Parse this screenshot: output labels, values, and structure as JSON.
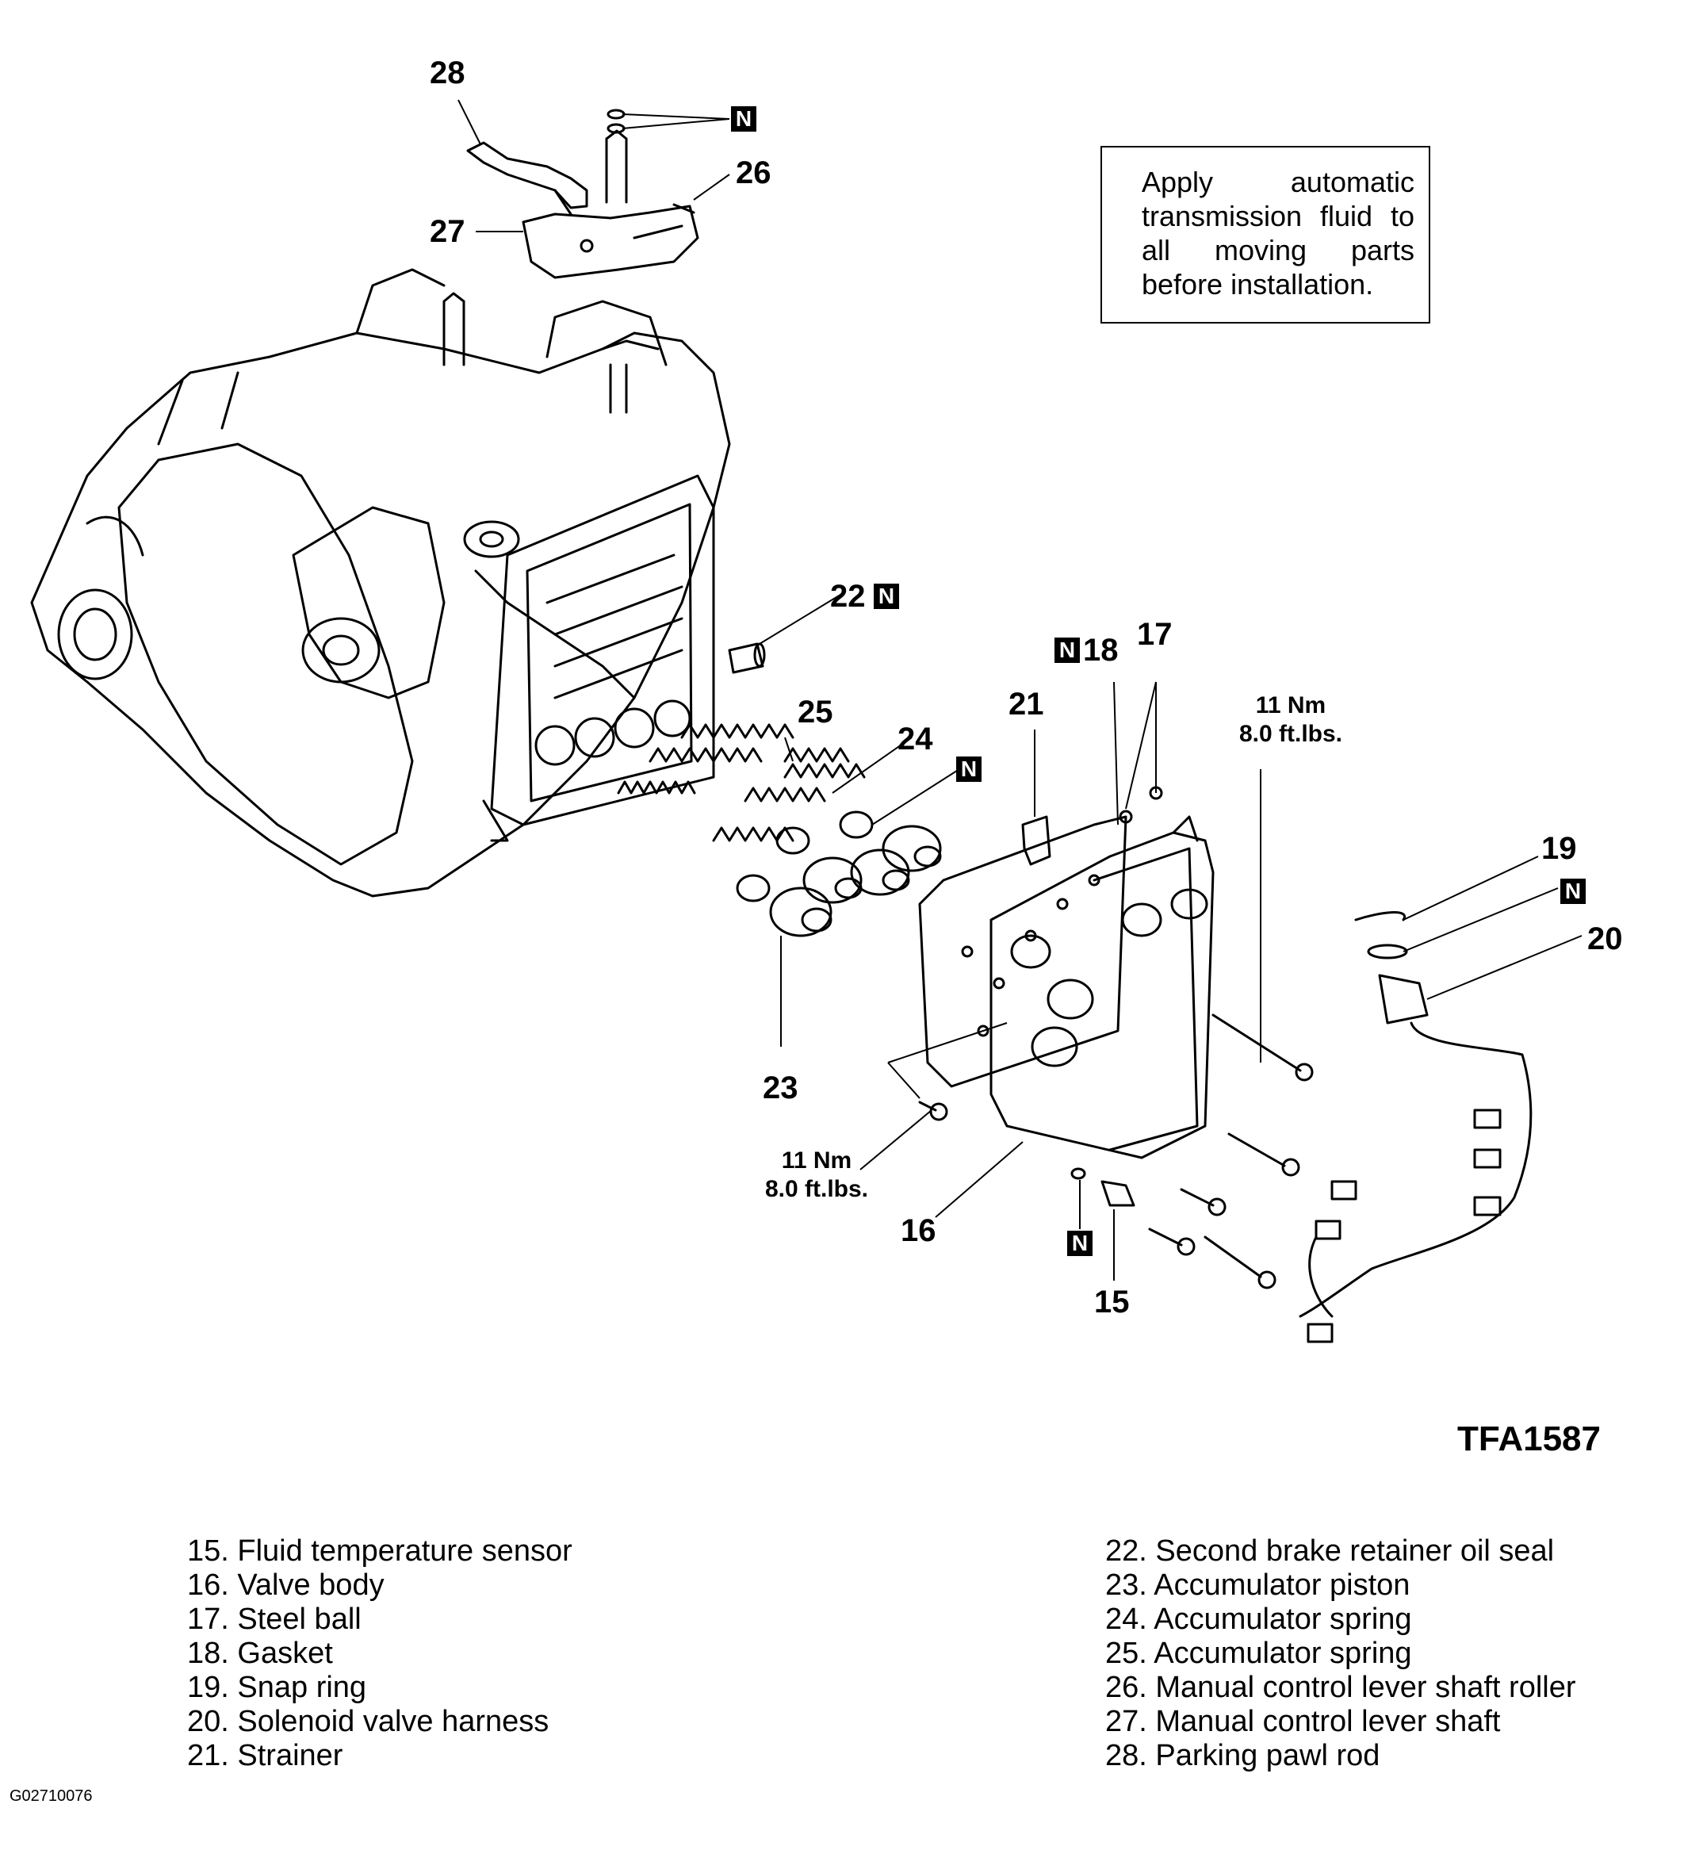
{
  "callouts": {
    "c15": "15",
    "c16": "16",
    "c17": "17",
    "c18": "18",
    "c19": "19",
    "c20": "20",
    "c21": "21",
    "c22": "22",
    "c23": "23",
    "c24": "24",
    "c25": "25",
    "c26": "26",
    "c27": "27",
    "c28": "28"
  },
  "replace_marker": "N",
  "torque_spec": {
    "nm": "11 Nm",
    "ftlbs": "8.0 ft.lbs."
  },
  "note": {
    "icon": "fluid-bottle-icon",
    "text": "Apply automatic transmission fluid to all moving parts before installation."
  },
  "figure_code": "TFA1587",
  "legend": {
    "left": [
      "15. Fluid temperature sensor",
      "16. Valve body",
      "17. Steel ball",
      "18. Gasket",
      "19. Snap ring",
      "20. Solenoid valve harness",
      "21. Strainer"
    ],
    "right": [
      "22. Second brake retainer oil seal",
      "23. Accumulator piston",
      "24. Accumulator spring",
      "25. Accumulator spring",
      "26. Manual control lever shaft roller",
      "27. Manual control lever shaft",
      "28. Parking pawl rod"
    ]
  },
  "image_id": "G02710076"
}
